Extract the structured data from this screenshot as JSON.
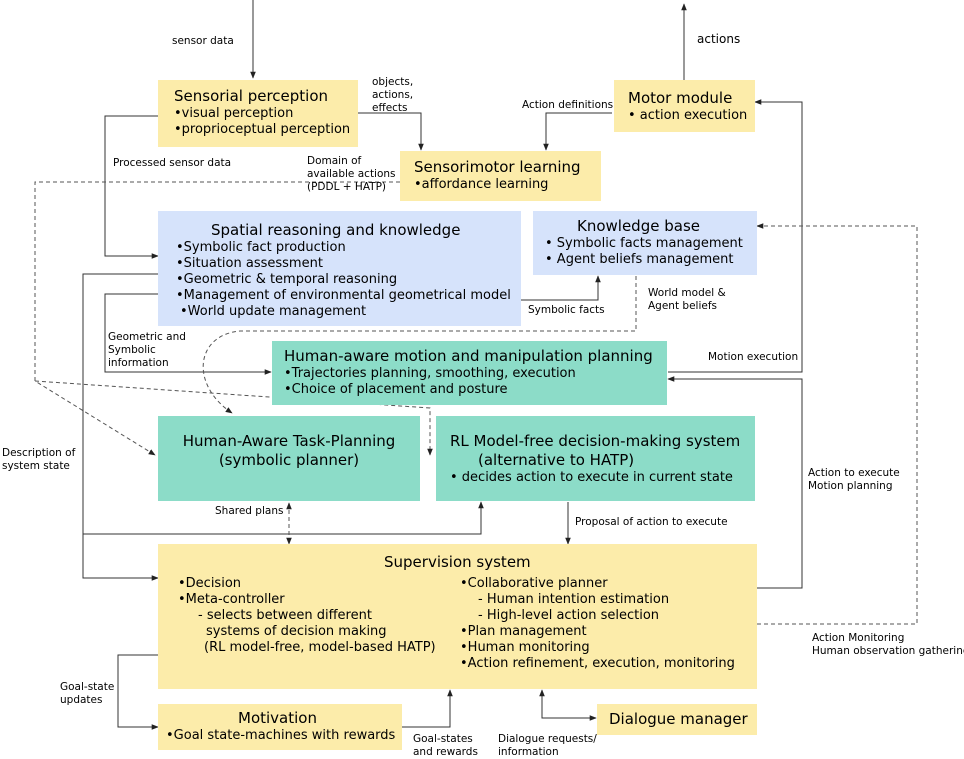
{
  "boxes": {
    "sensorial_perception": {
      "title": "Sensorial perception",
      "items": [
        "•visual perception",
        "•proprioceptual perception"
      ]
    },
    "motor_module": {
      "title": "Motor module",
      "items": [
        "• action execution"
      ]
    },
    "sensorimotor_learning": {
      "title": "Sensorimotor learning",
      "items": [
        "•affordance learning"
      ]
    },
    "spatial_reasoning": {
      "title": "Spatial reasoning and knowledge",
      "items": [
        "•Symbolic fact production",
        "•Situation assessment",
        "•Geometric & temporal reasoning",
        "•Management of environmental geometrical model",
        "•World update management"
      ]
    },
    "knowledge_base": {
      "title": "Knowledge base",
      "items": [
        "• Symbolic facts management",
        "• Agent beliefs management"
      ]
    },
    "motion_planning": {
      "title": "Human-aware motion and manipulation planning",
      "items": [
        "•Trajectories planning, smoothing, execution",
        "•Choice of placement and posture"
      ]
    },
    "task_planning": {
      "title_lines": [
        "Human-Aware Task-Planning",
        "(symbolic planner)"
      ]
    },
    "rl_system": {
      "title_lines": [
        "RL Model-free decision-making system",
        "(alternative to HATP)"
      ],
      "items": [
        "• decides action to execute in current state"
      ]
    },
    "supervision": {
      "title": "Supervision system",
      "left_items": [
        "•Decision",
        "•Meta-controller",
        "- selects between different",
        "systems of decision making",
        "(RL model-free, model-based HATP)"
      ],
      "right_items": [
        "•Collaborative planner",
        "- Human intention estimation",
        "- High-level action selection",
        "•Plan management",
        "•Human monitoring",
        "•Action refinement, execution, monitoring"
      ]
    },
    "motivation": {
      "title": "Motivation",
      "items": [
        "•Goal state-machines with rewards"
      ]
    },
    "dialogue": {
      "title": "Dialogue manager"
    }
  },
  "labels": {
    "sensor_data": "sensor data",
    "actions": "actions",
    "objects_actions_effects": [
      "objects,",
      "actions,",
      "effects"
    ],
    "action_definitions": "Action definitions",
    "processed_sensor_data": "Processed sensor data",
    "domain_of_actions": [
      "Domain of",
      "available actions",
      "(PDDL + HATP)"
    ],
    "symbolic_facts": "Symbolic facts",
    "world_model": [
      "World model &",
      "Agent beliefs"
    ],
    "geometric_symbolic": [
      "Geometric and",
      "Symbolic",
      "information"
    ],
    "motion_execution": "Motion execution",
    "description_system_state": [
      "Description of",
      "system state"
    ],
    "action_to_execute": [
      "Action to execute",
      "Motion planning"
    ],
    "shared_plans": "Shared plans",
    "proposal_action": "Proposal of action to execute",
    "action_monitoring": [
      "Action Monitoring",
      "Human observation gathering"
    ],
    "goal_state_updates": [
      "Goal-state",
      "updates"
    ],
    "goal_states_rewards": [
      "Goal-states",
      "and rewards"
    ],
    "dialogue_requests": [
      "Dialogue requests/",
      "information"
    ]
  }
}
